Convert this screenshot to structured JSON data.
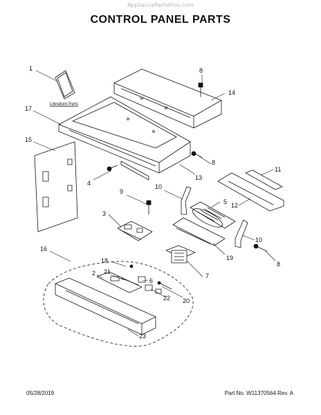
{
  "watermark": "AppliancePartsPros.com",
  "title": "CONTROL PANEL PARTS",
  "literature_label": "Literature Parts",
  "callouts": [
    "1",
    "2",
    "3",
    "4",
    "5",
    "6",
    "7",
    "8",
    "8",
    "8",
    "9",
    "10",
    "10",
    "11",
    "12",
    "13",
    "14",
    "15",
    "16",
    "17",
    "18",
    "19",
    "20",
    "21",
    "22",
    "23"
  ],
  "footer": {
    "date": "05/28/2019",
    "part": "Part No. W11370564  Rev. A"
  }
}
